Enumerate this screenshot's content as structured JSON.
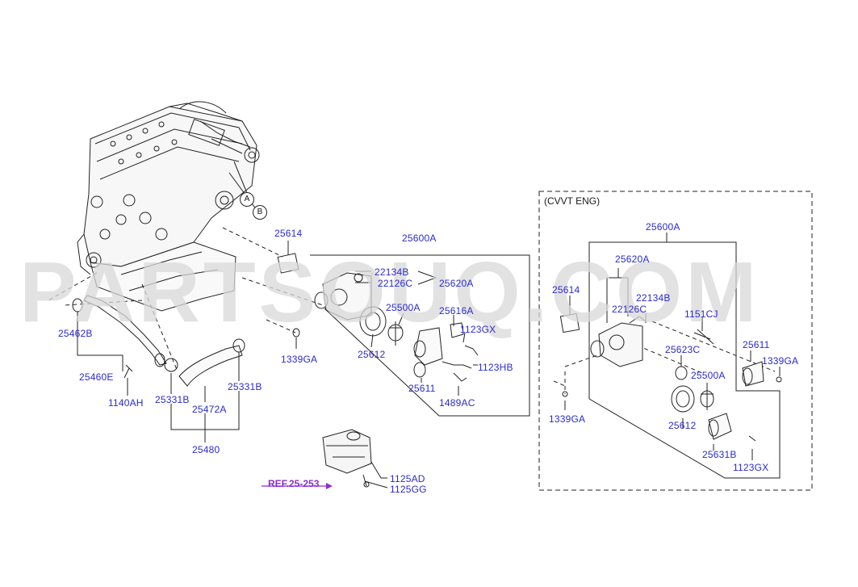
{
  "watermark": "PARTSOUQ.COM",
  "section": {
    "title": "(CVVT ENG)"
  },
  "reference": {
    "label": "REF.25-253"
  },
  "callouts": [
    "A",
    "B"
  ],
  "parts_left": {
    "p25614": "25614",
    "p25600A": "25600A",
    "p22134B": "22134B",
    "p22126C": "22126C",
    "p25620A": "25620A",
    "p25500A": "25500A",
    "p25616A": "25616A",
    "p1123GX": "1123GX",
    "p25612": "25612",
    "p1123HB": "1123HB",
    "p25611": "25611",
    "p1489AC": "1489AC",
    "p1339GA": "1339GA",
    "p25462B": "25462B",
    "p25460E": "25460E",
    "p1140AH": "1140AH",
    "p25331B_a": "25331B",
    "p25331B_b": "25331B",
    "p25472A": "25472A",
    "p25480": "25480",
    "p1125AD": "1125AD",
    "p1125GG": "1125GG"
  },
  "parts_right": {
    "p25600A": "25600A",
    "p25620A": "25620A",
    "p25614": "25614",
    "p22134B": "22134B",
    "p22126C": "22126C",
    "p1151CJ": "1151CJ",
    "p25611": "25611",
    "p1339GA_a": "1339GA",
    "p25623C": "25623C",
    "p25500A": "25500A",
    "p1339GA_b": "1339GA",
    "p25612": "25612",
    "p25631B": "25631B",
    "p1123GX": "1123GX"
  }
}
